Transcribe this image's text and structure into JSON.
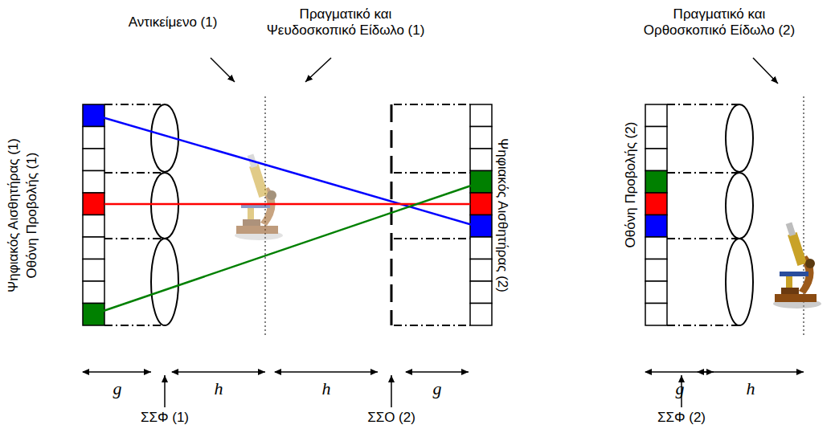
{
  "diagram": {
    "labels": [
      "Αντικείμενο (1)",
      "Πραγματικό και Ψευδοσκοπικό Είδωλο (1)",
      "Πραγματικό και Ορθοσκοπικό Είδωλο (2)",
      "Ψηφιακός Αισθητήρας (1)",
      "Οθόνη Προβολής (1)",
      "Ψηφιακός Αισθητήρας (2)",
      "Οθόνη Προβολής (2)",
      "g",
      "h",
      "h",
      "g",
      "g",
      "h",
      "ΣΣΦ (1)",
      "ΣΣΟ (2)",
      "ΣΣΦ (2)"
    ]
  }
}
